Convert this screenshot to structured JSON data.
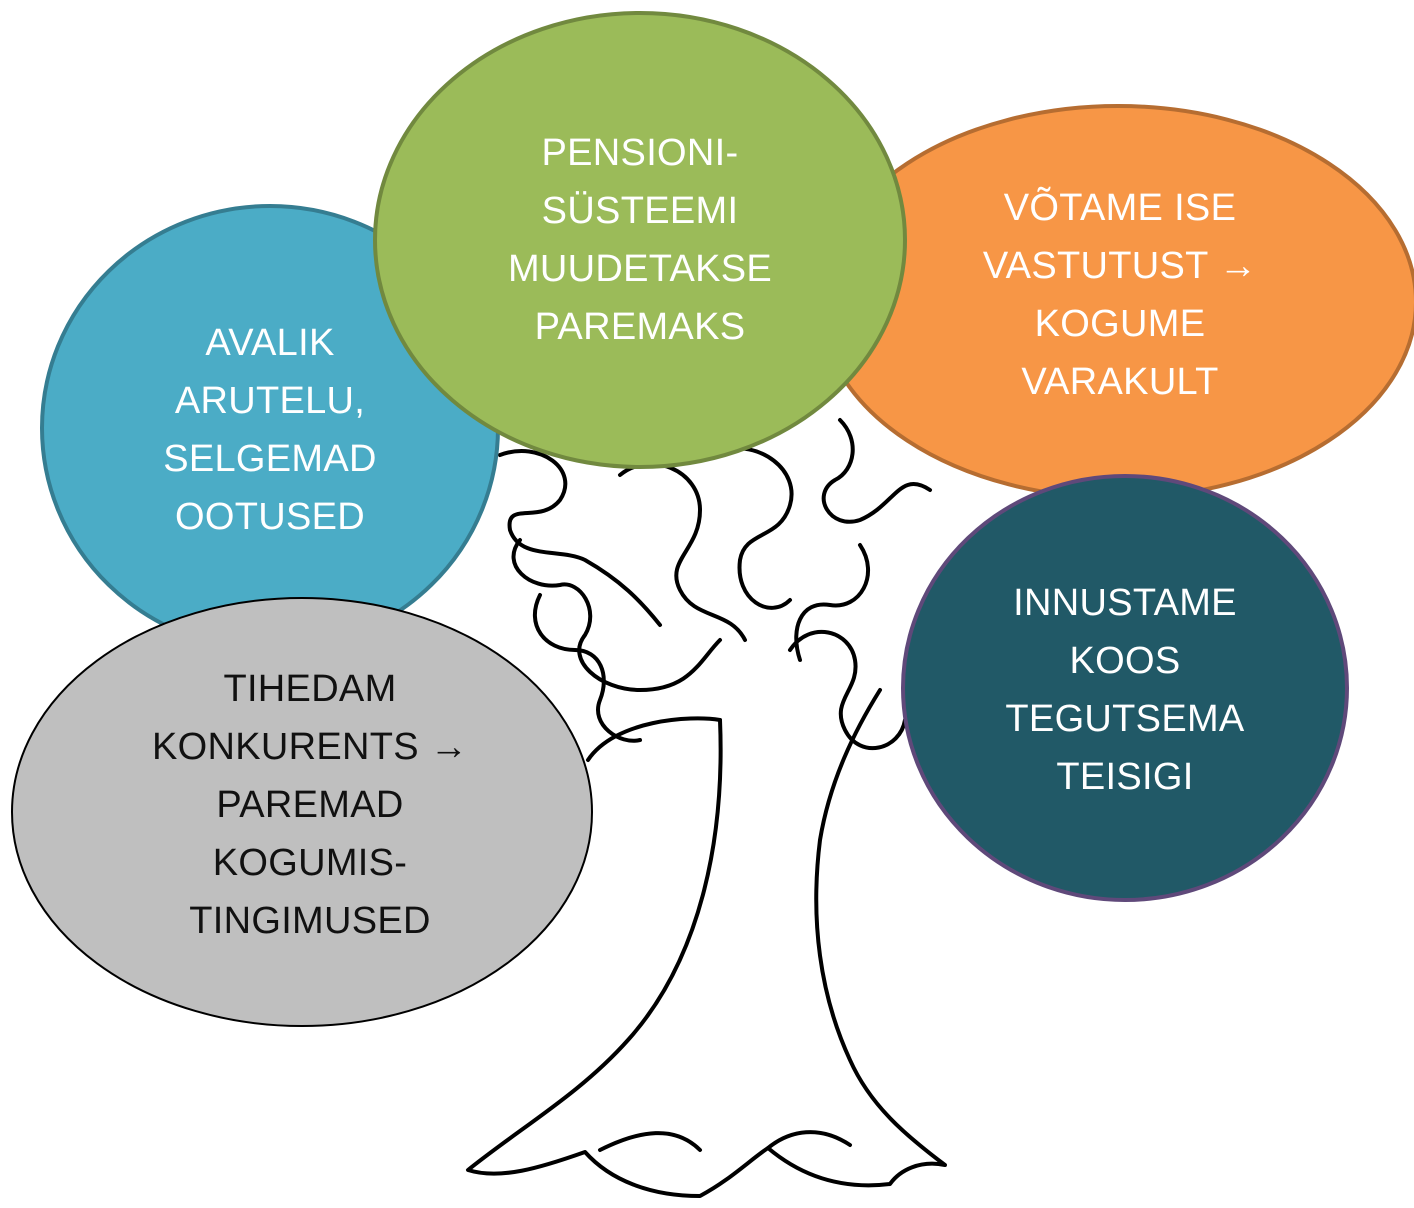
{
  "bubbles": {
    "pension": {
      "lines": [
        "PENSIONI-",
        "SÜSTEEMI",
        "MUUDETAKSE",
        "PAREMAKS"
      ],
      "fill": "#9BBB59",
      "stroke": "#71893F"
    },
    "responsibility": {
      "lines": [
        "VÕTAME ISE",
        "VASTUTUST →",
        "KOGUME",
        "VARAKULT"
      ],
      "fill": "#F79646",
      "stroke": "#B66D31"
    },
    "debate": {
      "lines": [
        "AVALIK",
        "ARUTELU,",
        "SELGEMAD",
        "OOTUSED"
      ],
      "fill": "#4BACC6",
      "stroke": "#357D91"
    },
    "competition": {
      "lines": [
        "TIHEDAM",
        "KONKURENTS  →",
        "PAREMAD",
        "KOGUMIS-",
        "TINGIMUSED"
      ],
      "fill": "#BFBFBF",
      "stroke": "#000000"
    },
    "inspire": {
      "lines": [
        "INNUSTAME",
        "KOOS",
        "TEGUTSEMA",
        "TEISIGI"
      ],
      "fill": "#215967",
      "stroke": "#5F497A"
    }
  }
}
